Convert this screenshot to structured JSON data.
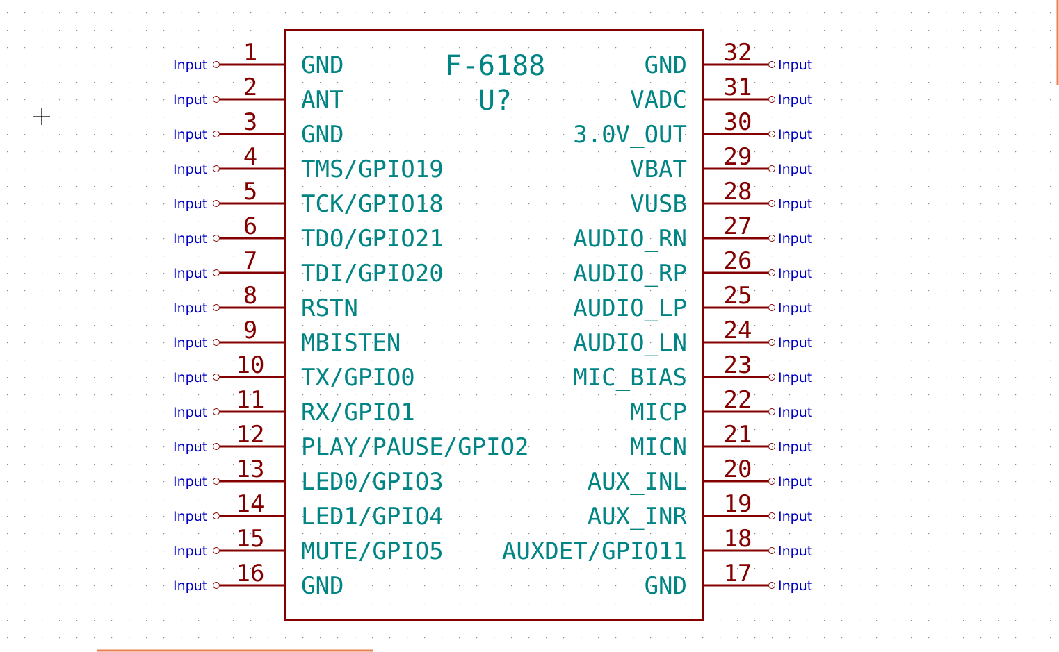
{
  "schematic": {
    "part_value": "F-6188",
    "reference": "U?",
    "net_label_text": "Input",
    "colors": {
      "body": "#840000",
      "pin_name": "#008484",
      "net_label": "#0000c4",
      "sheet_border": "#e8804f",
      "grid_dot": "#8c8c8c",
      "cursor": "#000000"
    },
    "left_pins": [
      {
        "number": "1",
        "name": "GND"
      },
      {
        "number": "2",
        "name": "ANT"
      },
      {
        "number": "3",
        "name": "GND"
      },
      {
        "number": "4",
        "name": "TMS/GPIO19"
      },
      {
        "number": "5",
        "name": "TCK/GPIO18"
      },
      {
        "number": "6",
        "name": "TDO/GPIO21"
      },
      {
        "number": "7",
        "name": "TDI/GPIO20"
      },
      {
        "number": "8",
        "name": "RSTN"
      },
      {
        "number": "9",
        "name": "MBISTEN"
      },
      {
        "number": "10",
        "name": "TX/GPIO0"
      },
      {
        "number": "11",
        "name": "RX/GPIO1"
      },
      {
        "number": "12",
        "name": "PLAY/PAUSE/GPIO2"
      },
      {
        "number": "13",
        "name": "LED0/GPIO3"
      },
      {
        "number": "14",
        "name": "LED1/GPIO4"
      },
      {
        "number": "15",
        "name": "MUTE/GPIO5"
      },
      {
        "number": "16",
        "name": "GND"
      }
    ],
    "right_pins": [
      {
        "number": "32",
        "name": "GND"
      },
      {
        "number": "31",
        "name": "VADC"
      },
      {
        "number": "30",
        "name": "3.0V_OUT"
      },
      {
        "number": "29",
        "name": "VBAT"
      },
      {
        "number": "28",
        "name": "VUSB"
      },
      {
        "number": "27",
        "name": "AUDIO_RN"
      },
      {
        "number": "26",
        "name": "AUDIO_RP"
      },
      {
        "number": "25",
        "name": "AUDIO_LP"
      },
      {
        "number": "24",
        "name": "AUDIO_LN"
      },
      {
        "number": "23",
        "name": "MIC_BIAS"
      },
      {
        "number": "22",
        "name": "MICP"
      },
      {
        "number": "21",
        "name": "MICN"
      },
      {
        "number": "20",
        "name": "AUX_INL"
      },
      {
        "number": "19",
        "name": "AUX_INR"
      },
      {
        "number": "18",
        "name": "AUXDET/GPIO11"
      },
      {
        "number": "17",
        "name": "GND"
      }
    ]
  }
}
